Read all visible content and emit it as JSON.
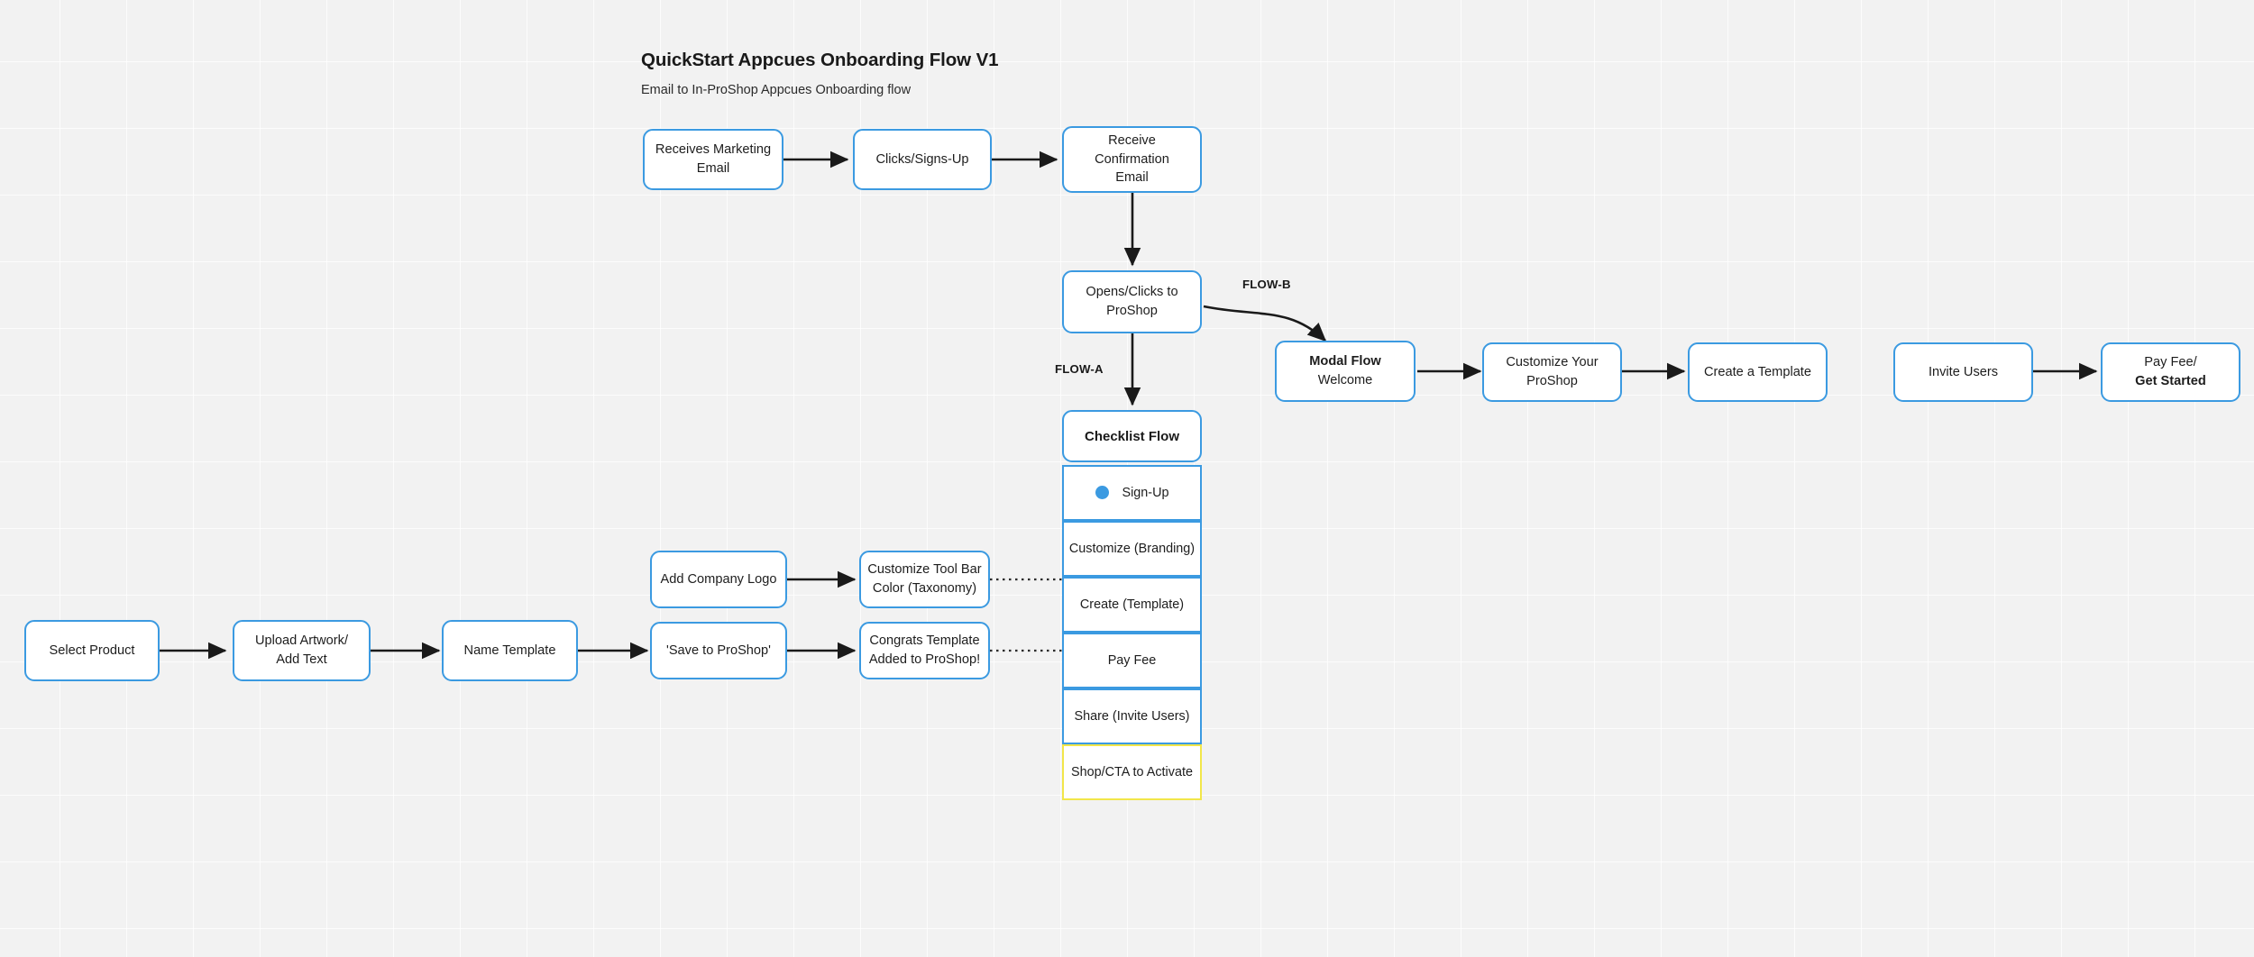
{
  "header": {
    "title": "QuickStart Appcues Onboarding Flow V1",
    "subtitle": "Email to In-ProShop Appcues Onboarding flow"
  },
  "labels": {
    "flow_a": "FLOW-A",
    "flow_b": "FLOW-B"
  },
  "email_flow": {
    "receives_marketing_email_l1": "Receives Marketing",
    "receives_marketing_email_l2": "Email",
    "clicks_signs_up": "Clicks/Signs-Up",
    "receive_confirmation_email_l1": "Receive Confirmation",
    "receive_confirmation_email_l2": "Email",
    "opens_clicks_to_proshop_l1": "Opens/Clicks to",
    "opens_clicks_to_proshop_l2": "ProShop"
  },
  "modal_flow": {
    "modal_flow_title": "Modal Flow",
    "modal_flow_subtitle": "Welcome",
    "customize_your_proshop_l1": "Customize Your",
    "customize_your_proshop_l2": "ProShop",
    "create_a_template": "Create a Template",
    "invite_users": "Invite Users",
    "pay_fee_l1": "Pay Fee/",
    "pay_fee_l2": "Get Started"
  },
  "checklist_flow": {
    "heading": "Checklist Flow",
    "items": [
      {
        "label": "Sign-Up",
        "has_dot": true,
        "accent": "blue"
      },
      {
        "label": "Customize (Branding)",
        "has_dot": false,
        "accent": "blue"
      },
      {
        "label": "Create (Template)",
        "has_dot": false,
        "accent": "blue"
      },
      {
        "label": "Pay Fee",
        "has_dot": false,
        "accent": "blue"
      },
      {
        "label": "Share\n(Invite Users)",
        "has_dot": false,
        "accent": "blue"
      },
      {
        "label": "Shop/CTA to Activate",
        "has_dot": false,
        "accent": "yellow"
      }
    ],
    "item_share_l1": "Share",
    "item_share_l2": "(Invite Users)"
  },
  "template_flow": {
    "select_product": "Select Product",
    "upload_artwork_l1": "Upload Artwork/",
    "upload_artwork_l2": "Add Text",
    "name_template": "Name Template",
    "add_company_logo": "Add Company Logo",
    "customize_tool_bar_l1": "Customize Tool Bar",
    "customize_tool_bar_l2": "Color (Taxonomy)",
    "save_to_proshop": "'Save to ProShop'",
    "congrats_template_l1": "Congrats Template",
    "congrats_template_l2": "Added to ProShop!"
  },
  "theme": {
    "node_border": "#3b9ae1",
    "accent_yellow": "#f2e64a",
    "canvas_bg": "#f2f2f2",
    "line": "#1a1a1a"
  }
}
